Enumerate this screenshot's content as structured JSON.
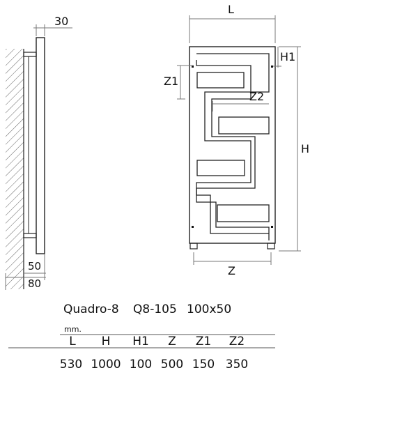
{
  "side_view": {
    "depth_top": "30",
    "offset_50": "50",
    "offset_80": "80"
  },
  "front_view": {
    "label_L": "L",
    "label_H": "H",
    "label_H1": "H1",
    "label_Z": "Z",
    "label_Z1": "Z1",
    "label_Z2": "Z2"
  },
  "product": {
    "name": "Quadro-8",
    "code": "Q8-105",
    "profile": "100x50"
  },
  "spec_table": {
    "unit": "mm.",
    "headers": [
      "L",
      "H",
      "H1",
      "Z",
      "Z1",
      "Z2"
    ],
    "values": [
      "530",
      "1000",
      "100",
      "500",
      "150",
      "350"
    ]
  },
  "colors": {
    "line": "#222222",
    "dim_line": "#777777",
    "hatch": "#666666",
    "rule": "#555555"
  }
}
